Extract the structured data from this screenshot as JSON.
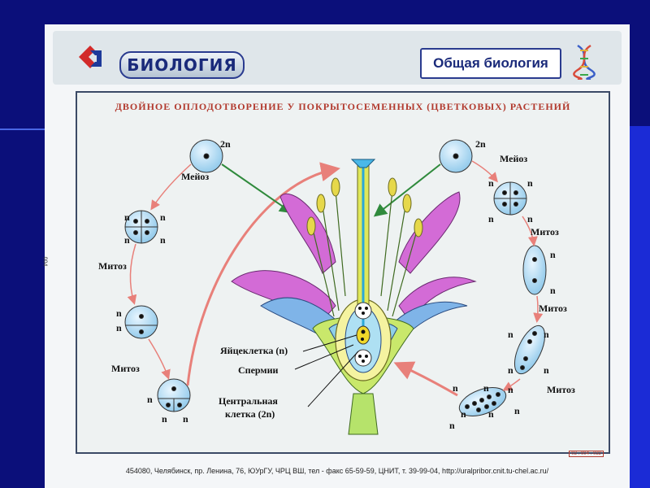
{
  "header": {
    "brand": "БИОЛОГИЯ",
    "topic": "Общая биология"
  },
  "title": "ДВОЙНОЕ ОПЛОДОТВОРЕНИЕ У ПОКРЫТОСЕМЕННЫХ (ЦВЕТКОВЫХ) РАСТЕНИЙ",
  "left_cycle": {
    "ploidy": "2n",
    "meiosis": "Мейоз",
    "mitosis_1": "Митоз",
    "mitosis_2": "Митоз",
    "n_label": "n"
  },
  "right_cycle": {
    "ploidy": "2n",
    "meiosis": "Мейоз",
    "mitosis_1": "Митоз",
    "mitosis_2": "Митоз",
    "mitosis_3": "Митоз",
    "n_label": "n"
  },
  "flower_labels": {
    "egg_cell": "Яйцеклетка (n)",
    "sperm": "Спермии",
    "central_cell_1": "Центральная",
    "central_cell_2": "клетка (2n)"
  },
  "footer": "454080, Челябинск, пр. Ленина, 76, ЮУрГУ, ЧРЦ ВШ, тел - факс 65-59-59, ЦНИТ, т. 39-99-04, http://uralpribor.cnit.tu-chel.ac.ru/",
  "code": "02 . 004 . 032",
  "side_code": "004",
  "colors": {
    "background": "#0b0f7a",
    "slide": "#f4f6f8",
    "cell": "#a9d6f0",
    "petal": "#d36bd6",
    "arrow_red": "#e8807a",
    "arrow_green": "#2f8a3c",
    "title": "#b23a2e"
  }
}
